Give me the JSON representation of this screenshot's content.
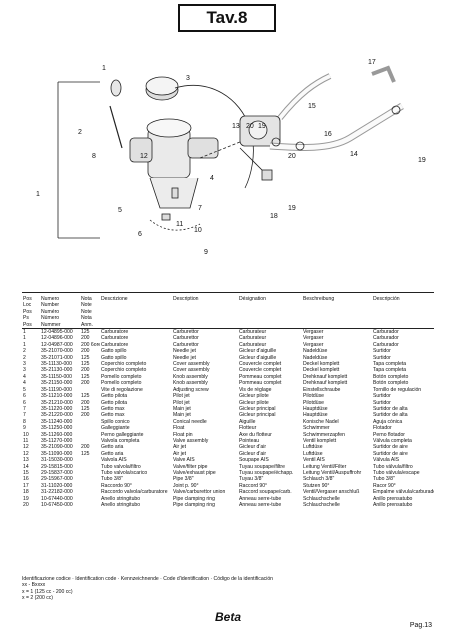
{
  "title": "Tav.8",
  "callouts": [
    "1",
    "2",
    "3",
    "4",
    "5",
    "6",
    "7",
    "8",
    "9",
    "10",
    "11",
    "12",
    "13",
    "14",
    "15",
    "16",
    "17",
    "18",
    "19",
    "19",
    "19",
    "20",
    "20"
  ],
  "table": {
    "header_rows": [
      [
        "Pos",
        "Numero",
        "Nota",
        "Descrizione",
        "Description",
        "Désignation",
        "Beschreibung",
        "Descripción"
      ],
      [
        "Loc",
        "Number",
        "Note",
        "",
        "",
        "",
        "",
        ""
      ],
      [
        "Pos",
        "Numéro",
        "Note",
        "",
        "",
        "",
        "",
        ""
      ],
      [
        "Ps",
        "Número",
        "Nota",
        "",
        "",
        "",
        "",
        ""
      ],
      [
        "Pos",
        "Nummer",
        "Anm.",
        "",
        "",
        "",
        "",
        ""
      ]
    ],
    "rows": [
      [
        "1",
        "12-04895-000",
        "125",
        "Carburatore",
        "Carburettor",
        "Carburateur",
        "Vergaser",
        "Carburador"
      ],
      [
        "1",
        "12-04896-000",
        "200",
        "Carburatore",
        "Carburettor",
        "Carburateur",
        "Vergaser",
        "Carburador"
      ],
      [
        "1",
        "12-04987-000",
        "200 6ore",
        "Carburatore",
        "Carburettor",
        "Carburateur",
        "Vergaser",
        "Carburador"
      ],
      [
        "2",
        "35-21070-000",
        "200",
        "Gatto spillo",
        "Needle jet",
        "Gicleur d'aiguille",
        "Nadeldüse",
        "Surtidor"
      ],
      [
        "2",
        "35-21071-000",
        "125",
        "Gatto spillo",
        "Needle jet",
        "Gicleur d'aiguille",
        "Nadeldüse",
        "Surtidor"
      ],
      [
        "3",
        "35-11130-000",
        "125",
        "Coperchio completo",
        "Cover assembly",
        "Couvercle complet",
        "Deckel komplett",
        "Tapa completa"
      ],
      [
        "3",
        "35-21130-000",
        "200",
        "Coperchio completo",
        "Cover assembly",
        "Couvercle complet",
        "Deckel komplett",
        "Tapa completa"
      ],
      [
        "4",
        "35-11150-000",
        "125",
        "Pomello completo",
        "Knob assembly",
        "Pommeau complet",
        "Drehknauf komplett",
        "Botón completo"
      ],
      [
        "4",
        "35-21150-000",
        "200",
        "Pomello completo",
        "Knob assembly",
        "Pommeau complet",
        "Drehknauf komplett",
        "Botón completo"
      ],
      [
        "5",
        "35-11190-000",
        "",
        "Vite di regolazione",
        "Adjusting screw",
        "Vis de réglage",
        "Einstellschraube",
        "Tornillo de regulación"
      ],
      [
        "6",
        "35-11210-000",
        "125",
        "Getto pilota",
        "Pilot jet",
        "Gicleur pilote",
        "Pilotdüse",
        "Surtidor"
      ],
      [
        "6",
        "35-21210-000",
        "200",
        "Getto pilota",
        "Pilot jet",
        "Gicleur pilote",
        "Pilotdüse",
        "Surtidor"
      ],
      [
        "7",
        "35-11220-000",
        "125",
        "Getto max",
        "Main jet",
        "Gicleur principal",
        "Hauptdüse",
        "Surtidor de alta"
      ],
      [
        "7",
        "35-21220-000",
        "200",
        "Getto max",
        "Main jet",
        "Gicleur principal",
        "Hauptdüse",
        "Surtidor de alta"
      ],
      [
        "8",
        "35-11240-000",
        "",
        "Spillo conico",
        "Conical needle",
        "Aiguille",
        "Konische Nadel",
        "Aguja cónica"
      ],
      [
        "9",
        "35-11250-000",
        "",
        "Galleggiante",
        "Float",
        "Flotteur",
        "Schwimmer",
        "Flotador"
      ],
      [
        "10",
        "35-11260-000",
        "",
        "Perno galleggiante",
        "Float pin",
        "Axe du flotteur",
        "Schwimmerzapfen",
        "Perno flotador"
      ],
      [
        "11",
        "35-11270-000",
        "",
        "Valvola completa",
        "Valve assembly",
        "Pointeau",
        "Ventil komplett",
        "Válvula completa"
      ],
      [
        "12",
        "35-21090-000",
        "200",
        "Getto aria",
        "Air jet",
        "Gicleur d'air",
        "Luftdüse",
        "Surtidor de aire"
      ],
      [
        "12",
        "35-11090-000",
        "125",
        "Getto aria",
        "Air jet",
        "Gicleur d'air",
        "Luftdüse",
        "Surtidor de aire"
      ],
      [
        "13",
        "31-15030-000",
        "",
        "Valvola AIS",
        "Valve AIS",
        "Soupape AIS",
        "Ventil AIS",
        "Válvula AIS"
      ],
      [
        "14",
        "29-15815-000",
        "",
        "Tubo valvola/filtro",
        "Valve/filter pipe",
        "Tuyau soupape/filtre",
        "Leitung Ventil/Filter",
        "Tubo válvula/filtro"
      ],
      [
        "15",
        "29-15837-000",
        "",
        "Tubo valvola/scarico",
        "Valve/exhaust pipe",
        "Tuyau soupape/échapp.",
        "Leitung Ventil/Auspuffrohr",
        "Tubo válvula/escape"
      ],
      [
        "16",
        "29-15967-000",
        "",
        "Tubo 3/8\"",
        "Pipe 3/8\"",
        "Tuyau 3/8\"",
        "Schlauch 3/8\"",
        "Tubo 3/8\""
      ],
      [
        "17",
        "31-11020-000",
        "",
        "Raccordo 90°",
        "Joint p. 90°",
        "Raccord 90°",
        "Stutzen 90°",
        "Racor 90°"
      ],
      [
        "18",
        "31-22182-000",
        "",
        "Raccordo valvola/carburatore",
        "Valve/carburettor union",
        "Raccord soupape/carb.",
        "Ventil/Vergaser anschluß",
        "Empalme válvula/carburador"
      ],
      [
        "19",
        "10-67440-000",
        "",
        "Anello stringitubo",
        "Pipe clamping ring",
        "Anneau serre-tube",
        "Schlauchschelle",
        "Anillo prensatubo"
      ],
      [
        "20",
        "10-67450-000",
        "",
        "Anello stringitubo",
        "Pipe clamping ring",
        "Anneau serre-tube",
        "Schlauchschelle",
        "Anillo prensatubo"
      ]
    ]
  },
  "footer": {
    "line1": "Identificazione codice · Identification code · Kennzeichnende · Code d'identification · Código de la identificación",
    "line2": "xx - Bxxxx",
    "line3": "x = 1 (125 cc - 200 cc)",
    "line4": "x = 2 (200 cc)"
  },
  "brand": "Beta",
  "page": "Pag.13"
}
